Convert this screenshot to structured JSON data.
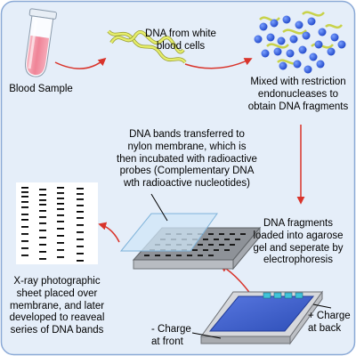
{
  "colors": {
    "background": "#e5eef9",
    "border": "#8aa9d6",
    "arrow": "#d9342b",
    "dna_strand": "#e6ee6a",
    "dna_bead": "#2d5fe0",
    "gel": "#3d63d3",
    "membrane": "#cfe6f7"
  },
  "labels": {
    "blood_sample": "Blood Sample",
    "dna_white_cells": "DNA from white\nblood cells",
    "mixed": "Mixed with restriction\nendonucleases to\nobtain DNA fragments",
    "fragments": "DNA fragments\nloaded into agarose\ngel and seperate by\nelectrophoresis",
    "transfer": "DNA bands transferred to\nnylon membrane, which is\nthen incubated with radioactive\nprobes (Complementary DNA\nwth radioactive nucleotides)",
    "xray": "X-ray photographic\nsheet placed over\nmembrane, and later\ndeveloped to reaveal\nseries of DNA bands",
    "charge_front": "- Charge\nat front",
    "charge_back": "+ Charge\nat back"
  },
  "icons": {
    "test_tube": "test-tube-icon",
    "dna_helix": "dna-helix-icon",
    "fragments": "dna-fragments-icon",
    "gel_box": "gel-electrophoresis-icon",
    "membrane": "nylon-membrane-icon",
    "xray_sheet": "xray-sheet-icon"
  }
}
